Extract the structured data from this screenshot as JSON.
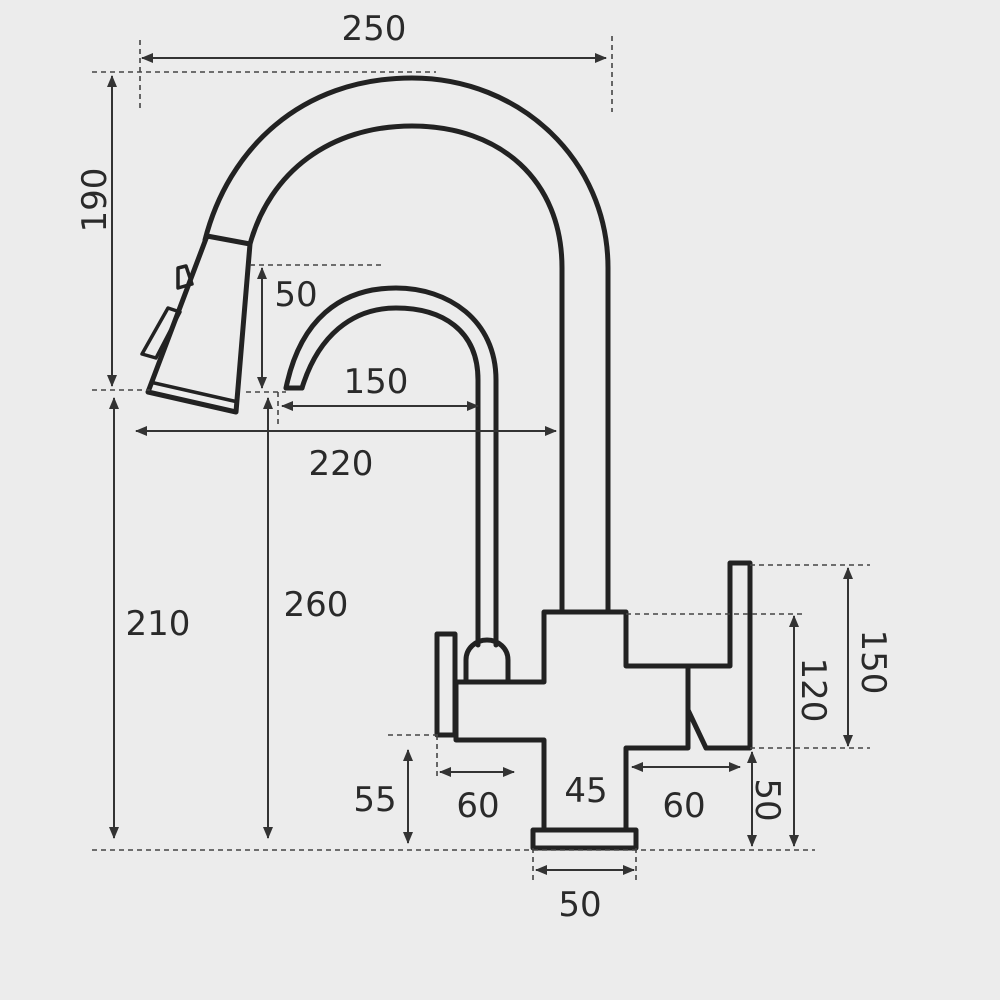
{
  "colors": {
    "background": "#ececec",
    "line": "#222222"
  },
  "dimensions": {
    "overall_width": "250",
    "spout_height": "190",
    "sprayer_head": "50",
    "inner_spout_reach": "150",
    "outer_spout_reach": "220",
    "outlet_height_outer": "210",
    "outlet_height_inner": "260",
    "left_handle_height": "55",
    "left_handle_length": "60",
    "body_width": "45",
    "right_handle_length": "60",
    "right_handle_height": "150",
    "right_body_height": "120",
    "right_base_height": "50",
    "base_width": "50"
  }
}
